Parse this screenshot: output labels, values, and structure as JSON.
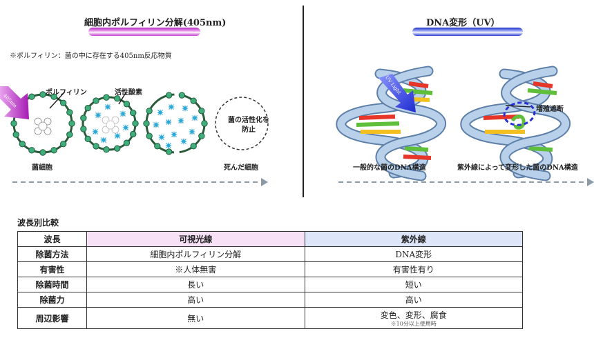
{
  "left": {
    "title": "細胞内ポルフィリン分解(405nm)",
    "note": "※ポルフィリン：菌の中に存在する405nm反応物質",
    "lamp_color": "#d24bd6",
    "beam_label": "405nm",
    "labels": {
      "porphyrin": "ポルフィリン",
      "ros": "活性酸素",
      "bacteria_cell": "菌細胞",
      "inactivation_line1": "菌の活性化を",
      "inactivation_line2": "防止",
      "dead_cell": "死んだ細胞"
    }
  },
  "right": {
    "title": "DNA変形（UV）",
    "lamp_color": "#3b52e0",
    "beam_label": "UV Light",
    "labels": {
      "normal_dna": "一般的な菌のDNA構造",
      "damaged_dna": "紫外線によって変形した菌のDNA構造",
      "proliferation_block": "増殖遮断"
    }
  },
  "comparison": {
    "title": "波長別比較",
    "headers": [
      "波長",
      "可視光線",
      "紫外線"
    ],
    "rows": [
      {
        "label": "除菌方法",
        "visible": "細胞内ポルフィリン分解",
        "uv": "DNA変形",
        "uv_note": ""
      },
      {
        "label": "有害性",
        "visible": "※人体無害",
        "uv": "有害性有り",
        "uv_note": ""
      },
      {
        "label": "除菌時間",
        "visible": "長い",
        "uv": "短い",
        "uv_note": ""
      },
      {
        "label": "除菌力",
        "visible": "高い",
        "uv": "高い",
        "uv_note": ""
      },
      {
        "label": "周辺影響",
        "visible": "無い",
        "uv": "変色、変形、腐食",
        "uv_note": "※10分以上使用時"
      }
    ]
  },
  "colors": {
    "membrane": "#2b5a3a",
    "membrane_knob": "#3fae7a",
    "ros_star": "#2aa8d8",
    "arrow_gray": "#8a9aa6",
    "dna_backbone": "#9ab8d8"
  }
}
